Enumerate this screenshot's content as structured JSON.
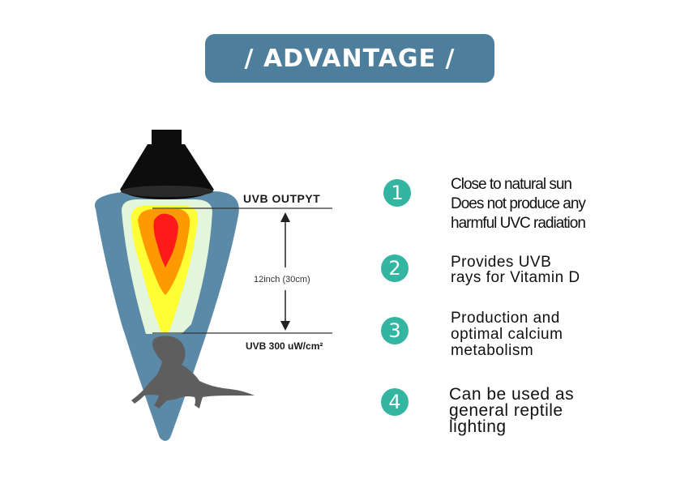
{
  "title": "/ ADVANTAGE /",
  "diagram": {
    "label_top": "UVB OUTPYT",
    "label_distance": "12inch (30cm)",
    "label_bottom": "UVB 300 uW/cm²"
  },
  "advantages": [
    {
      "number": "1",
      "lines": [
        "Close to natural sun",
        "Does not produce any",
        "harmful UVC radiation"
      ]
    },
    {
      "number": "2",
      "lines": [
        "Provides UVB",
        "rays for Vitamin D"
      ]
    },
    {
      "number": "3",
      "lines": [
        "Production and",
        "optimal calcium",
        "metabolism"
      ]
    },
    {
      "number": "4",
      "lines": [
        "Can be used as",
        "general reptile",
        "lighting"
      ]
    }
  ],
  "colors": {
    "banner": "#4d7f9c",
    "badge": "#33b5a1",
    "beam_outer": "#5a8aa8",
    "beam_glow": "#e3f6dc",
    "heat_yellow": "#ffff33",
    "heat_orange": "#ff9900",
    "heat_red": "#ff1a1a",
    "lamp": "#0d0d0d",
    "lizard": "#5e5e5e"
  },
  "icons": [
    "uvb-lamp-icon",
    "bearded-dragon-icon",
    "arrow-up-icon",
    "arrow-down-icon"
  ]
}
